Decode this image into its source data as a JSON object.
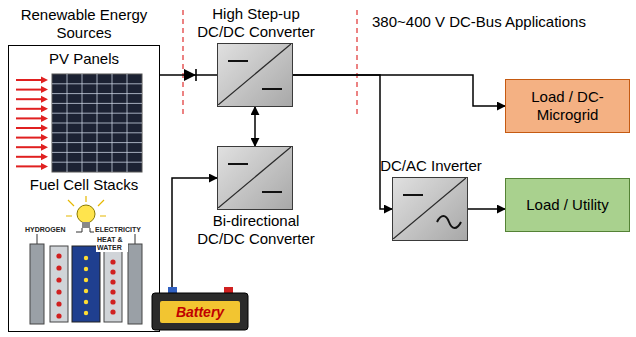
{
  "diagram": {
    "nodes": [
      {
        "text": [
          "PV Panels",
          "Fuel Cell Stacks"
        ]
      },
      {
        "text": [
          "High Step-up DC/DC Converter"
        ]
      },
      {
        "text": [
          "Load / DC-Microgrid"
        ]
      },
      {
        "text": [
          "Bi-directional DC/DC Converter"
        ]
      },
      {
        "text": [
          "DC/AC Inverter"
        ]
      },
      {
        "text": [
          "Load / Utility"
        ]
      },
      {
        "text": [
          "Battery"
        ]
      }
    ],
    "edges": [
      {
        "from": 0,
        "to": 1,
        "arrow": "none"
      },
      {
        "from": 1,
        "to": 2,
        "arrow": "to"
      },
      {
        "from": 1,
        "to": 4,
        "arrow": "to"
      },
      {
        "from": 1,
        "to": 3,
        "arrow": "both"
      },
      {
        "from": 6,
        "to": 3,
        "arrow": "to"
      },
      {
        "from": 4,
        "to": 5,
        "arrow": "to"
      }
    ],
    "labels": [
      "Renewable Energy Sources",
      "380~400 V DC-Bus Applications",
      "HYDROGEN",
      "ELECTRICITY",
      "HEAT & WATER"
    ]
  }
}
